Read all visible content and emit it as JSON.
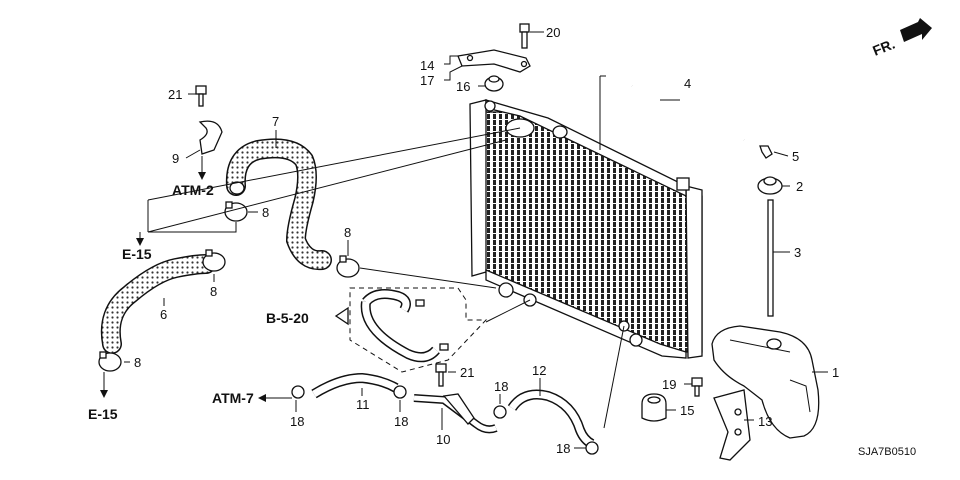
{
  "diagram": {
    "code": "SJA7B0510",
    "direction_label": "FR.",
    "references": {
      "atm2": "ATM-2",
      "e15_top": "E-15",
      "e15_bottom": "E-15",
      "b520": "B-5-20",
      "atm7": "ATM-7"
    },
    "callouts": {
      "c1": "1",
      "c2": "2",
      "c3": "3",
      "c4": "4",
      "c5": "5",
      "c6": "6",
      "c7": "7",
      "c8a": "8",
      "c8b": "8",
      "c8c": "8",
      "c8d": "8",
      "c9": "9",
      "c10": "10",
      "c11": "11",
      "c12": "12",
      "c13": "13",
      "c14": "14",
      "c15": "15",
      "c16": "16",
      "c17": "17",
      "c18a": "18",
      "c18b": "18",
      "c18c": "18",
      "c18d": "18",
      "c19": "19",
      "c20": "20",
      "c21a": "21",
      "c21b": "21"
    }
  }
}
